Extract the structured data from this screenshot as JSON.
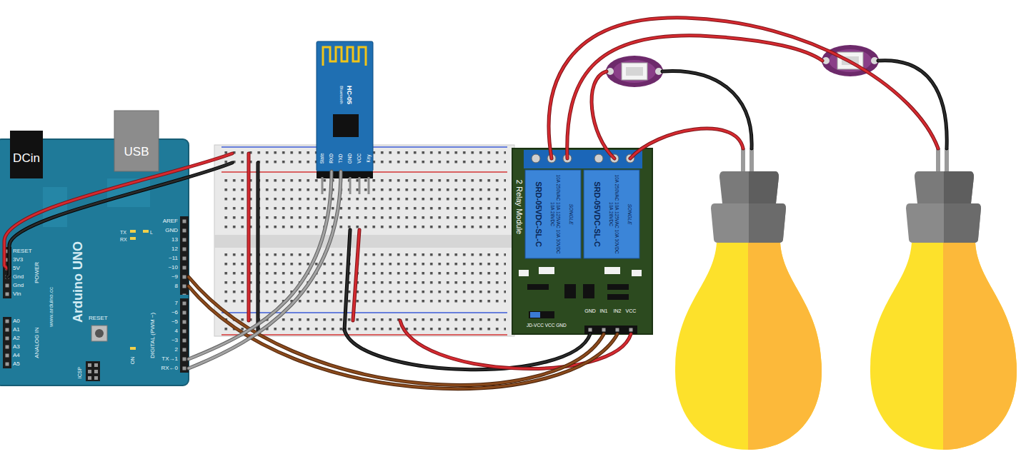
{
  "diagram": {
    "nodes": [
      {
        "text": [
          "Arduino UNO",
          "www.arduino.cc"
        ]
      },
      {
        "text": [
          "DCin"
        ],
        "in": 0
      },
      {
        "text": [
          "USB"
        ],
        "in": 0
      },
      {
        "text": [
          "HC-05",
          "Bluetooth"
        ]
      },
      {
        "text": [
          "2 Relay Module"
        ]
      },
      {
        "text": [
          "SRD-05VDC-SL-C",
          "10A 250VAC 10A 125VAC 10A 30VDC 10A 28VDC",
          "SONGLE"
        ],
        "in": 4
      },
      {
        "text": [
          "SRD-05VDC-SL-C",
          "10A 250VAC 10A 125VAC 10A 30VDC 10A 28VDC",
          "SONGLE"
        ],
        "in": 4
      }
    ],
    "edges": [
      {
        "from": 0,
        "to": 4,
        "arrow": "none"
      },
      {
        "from": 0,
        "to": 4,
        "arrow": "none"
      },
      {
        "from": 0,
        "to": 3,
        "arrow": "none"
      },
      {
        "from": 0,
        "to": 3,
        "arrow": "none"
      }
    ],
    "labels": [
      "RESET",
      "3V3",
      "5V",
      "Gnd",
      "Gnd",
      "Vin",
      "POWER",
      "A0",
      "A1",
      "A2",
      "A3",
      "A4",
      "A5",
      "ANALOG IN",
      "AREF",
      "GND",
      "13",
      "12",
      "~11",
      "~10",
      "~9",
      "8",
      "7",
      "~6",
      "~5",
      "4",
      "~3",
      "2",
      "TX→1",
      "RX←0",
      "DIGITAL (PWM ~)",
      "TX",
      "RX",
      "L",
      "RESET",
      "ICSP",
      "ON",
      "State",
      "RXD",
      "TXD",
      "GND",
      "VCC",
      "Key",
      "JD-VCC VCC GND",
      "GND",
      "IN1",
      "IN2",
      "VCC"
    ]
  }
}
